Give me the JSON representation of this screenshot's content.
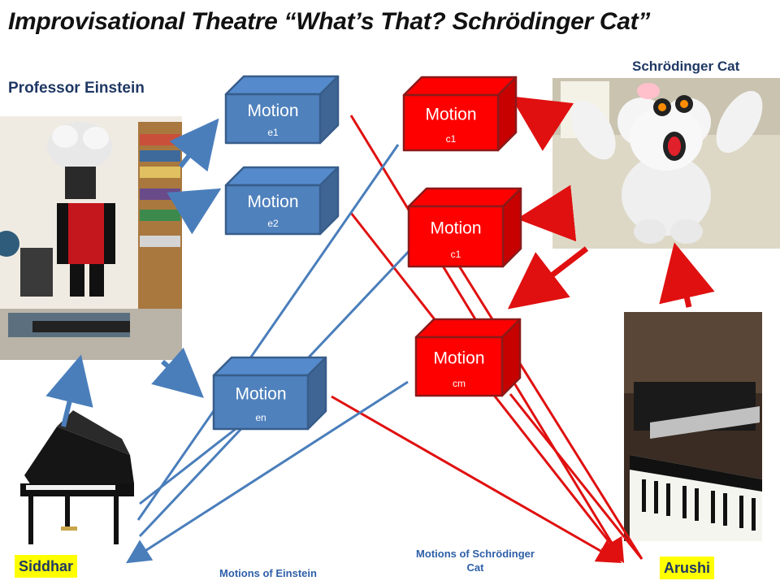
{
  "title": "Improvisational Theatre “What’s That? Schrödinger Cat”",
  "labels": {
    "professor": "Professor Einstein",
    "cat": "Schrödinger Cat",
    "left_name": "Siddhar",
    "right_name": "Arushi"
  },
  "captions": {
    "einstein_motions": "Motions of Einstein",
    "cat_motions_line1": "Motions of Schrödinger",
    "cat_motions_line2": "Cat"
  },
  "motion_boxes": [
    {
      "name": "motion-e1",
      "label": "Motion",
      "sub": "e1",
      "group": "einstein"
    },
    {
      "name": "motion-e2",
      "label": "Motion",
      "sub": "e2",
      "group": "einstein"
    },
    {
      "name": "motion-en",
      "label": "Motion",
      "sub": "en",
      "group": "einstein"
    },
    {
      "name": "motion-c1-top",
      "label": "Motion",
      "sub": "c1",
      "group": "cat"
    },
    {
      "name": "motion-c1-middle",
      "label": "Motion",
      "sub": "c1",
      "group": "cat"
    },
    {
      "name": "motion-cm",
      "label": "Motion",
      "sub": "cm",
      "group": "cat"
    }
  ],
  "colors": {
    "einstein_box": "#4f81bd",
    "einstein_border": "#385d8a",
    "cat_box": "#ff0000",
    "cat_border": "#8b1a1a",
    "blue_line": "#4a7ebb",
    "red_line": "#e01010",
    "label_navy": "#1f3864",
    "highlight": "#ffff00"
  },
  "icons": {
    "einstein_photo": "einstein-puppet-icon",
    "cat_photo": "cat-robot-icon",
    "left_piano": "grand-piano-icon",
    "right_piano": "piano-keyboard-icon"
  }
}
